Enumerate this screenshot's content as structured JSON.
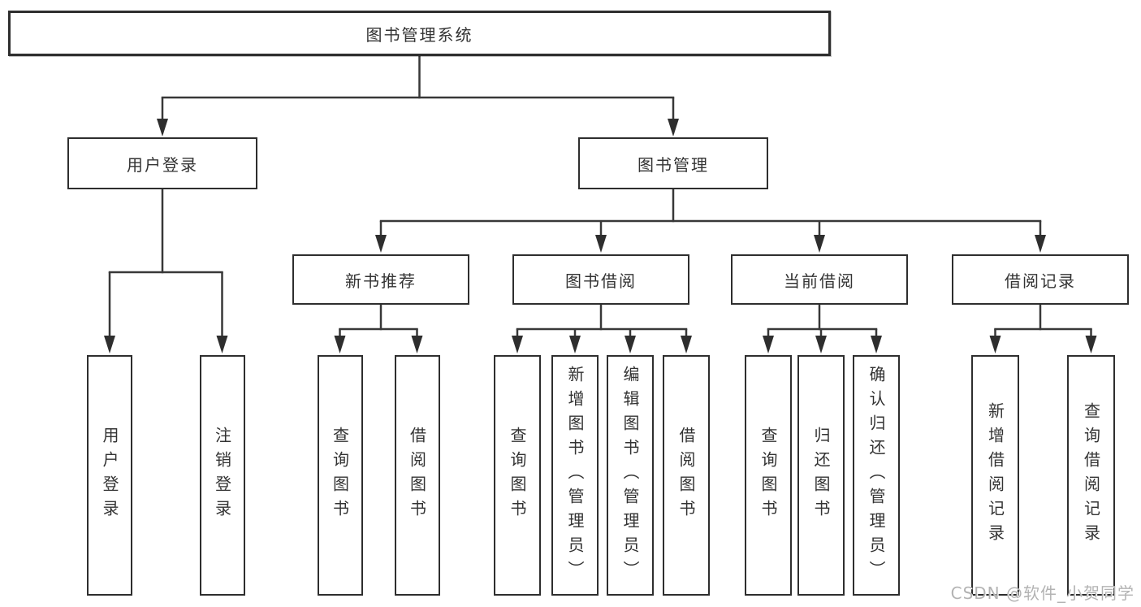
{
  "diagram": {
    "type": "tree",
    "root": {
      "label": "图书管理系统",
      "children": [
        {
          "label": "用户登录",
          "children": [
            {
              "label": "用户登录"
            },
            {
              "label": "注销登录"
            }
          ]
        },
        {
          "label": "图书管理",
          "children": [
            {
              "label": "新书推荐",
              "children": [
                {
                  "label": "查询图书"
                },
                {
                  "label": "借阅图书"
                }
              ]
            },
            {
              "label": "图书借阅",
              "children": [
                {
                  "label": "查询图书"
                },
                {
                  "label": "新增图书（管理员）"
                },
                {
                  "label": "编辑图书（管理员）"
                },
                {
                  "label": "借阅图书"
                }
              ]
            },
            {
              "label": "当前借阅",
              "children": [
                {
                  "label": "查询图书"
                },
                {
                  "label": "归还图书"
                },
                {
                  "label": "确认归还（管理员）"
                }
              ]
            },
            {
              "label": "借阅记录",
              "children": [
                {
                  "label": "新增借阅记录"
                },
                {
                  "label": "查询借阅记录"
                }
              ]
            }
          ]
        }
      ]
    }
  },
  "watermark": {
    "text": "CSDN @软件_小贺同学"
  },
  "colors": {
    "line": "#383838",
    "box_border": "#2e2e2e",
    "box_fill": "#ffffff",
    "text": "#333333",
    "watermark": "#b3b3b3"
  }
}
